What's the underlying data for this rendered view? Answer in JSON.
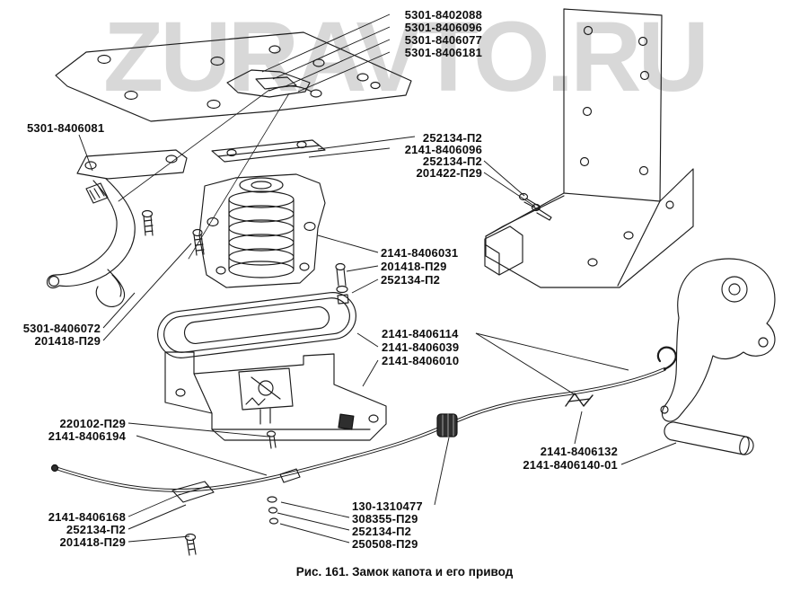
{
  "watermark": "ZURAVTO.RU",
  "caption": "Рис. 161. Замок капота и его привод",
  "colors": {
    "line": "#1c1c1c",
    "background": "#ffffff",
    "watermark": "#c4c4c4"
  },
  "labels": [
    "5301-8402088",
    "5301-8406096",
    "5301-8406077",
    "5301-8406181",
    "5301-8406081",
    "252134-П2",
    "2141-8406096",
    "252134-П2",
    "201422-П29",
    "2141-8406031",
    "201418-П29",
    "252134-П2",
    "5301-8406072",
    "201418-П29",
    "2141-8406114",
    "2141-8406039",
    "2141-8406010",
    "220102-П29",
    "2141-8406194",
    "2141-8406132",
    "2141-8406140-01",
    "2141-8406168",
    "252134-П2",
    "201418-П29",
    "130-1310477",
    "308355-П29",
    "252134-П2",
    "250508-П29"
  ]
}
